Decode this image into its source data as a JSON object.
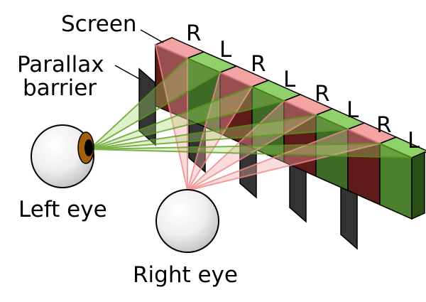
{
  "labels": {
    "screen": "Screen",
    "barrier_line1": "Parallax",
    "barrier_line2": "barrier",
    "left_eye": "Left eye",
    "right_eye": "Right eye"
  },
  "pixel_letters": [
    "R",
    "L",
    "R",
    "L",
    "R",
    "L",
    "R",
    "L"
  ],
  "colors": {
    "red_pixel": "#f4a3a3",
    "green_pixel": "#8fd168",
    "barrier": "#333333",
    "left_ray": "#5a9e1c",
    "right_ray": "#f08a8a",
    "iris": "#a0600e"
  }
}
